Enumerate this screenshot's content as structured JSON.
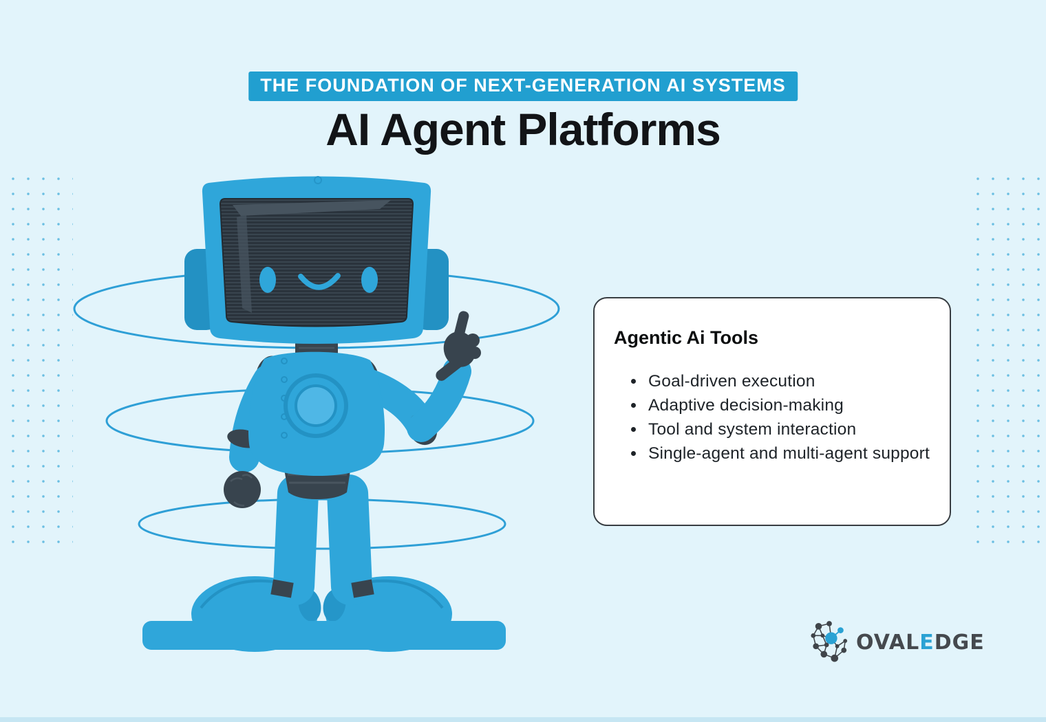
{
  "colors": {
    "background": "#E2F4FB",
    "accent_blue": "#219FD0",
    "robot_blue": "#2FA6DA",
    "robot_dark": "#38444E",
    "ring_blue": "#2E9FD6",
    "logo_gray": "#45494E",
    "logo_blue": "#2AA2D4"
  },
  "banner": {
    "label": "THE FOUNDATION OF NEXT-GENERATION AI SYSTEMS"
  },
  "title": "AI Agent Platforms",
  "card": {
    "title": "Agentic Ai Tools",
    "bullets": [
      "Goal-driven execution",
      "Adaptive decision-making",
      "Tool and system interaction",
      "Single-agent and multi-agent support"
    ]
  },
  "logo": {
    "parts": [
      "OVAL",
      "E",
      "DGE"
    ]
  },
  "icons": {
    "robot": "robot-mascot-illustration",
    "logo_icon": "network-graph-icon"
  }
}
